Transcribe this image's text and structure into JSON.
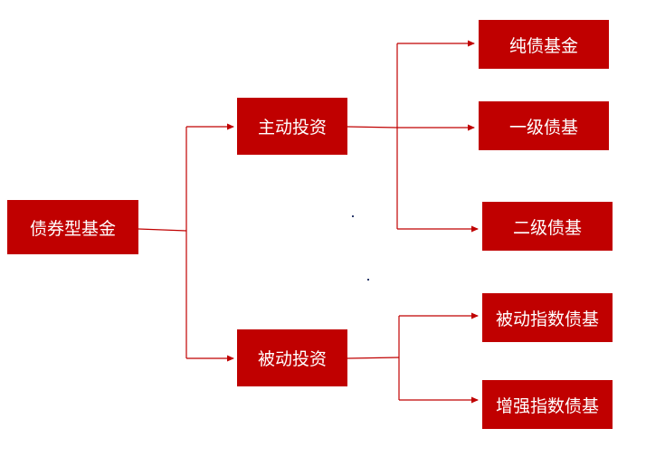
{
  "colors": {
    "box_fill": "#c00000",
    "line": "#c00000",
    "text": "#ffffff"
  },
  "nodes": {
    "root": "债券型基金",
    "active": "主动投资",
    "passive": "被动投资",
    "pure_bond": "纯债基金",
    "primary_bond": "一级债基",
    "secondary_bond": "二级债基",
    "passive_index": "被动指数债基",
    "enhanced_index": "增强指数债基"
  }
}
